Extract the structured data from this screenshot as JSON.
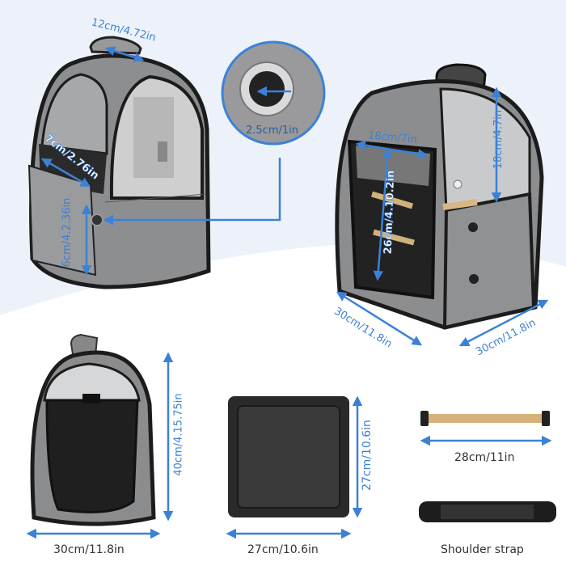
{
  "colors": {
    "accent": "#3b82d6",
    "bag_gray": "#8e8f92",
    "trim": "#1e1e1e",
    "background_tint": "#edf2fa"
  },
  "top_left_bag": {
    "handle_width": "12cm/4.72in",
    "pocket_width": "7cm/2.76in",
    "pocket_height": "6cm/4.2.36in"
  },
  "vent_detail": {
    "diameter": "2.5cm/1in"
  },
  "top_right_bag": {
    "door_width": "18cm/7in",
    "door_height": "26cm/4.10.2in",
    "window_height": "18cm/4.7in",
    "depth": "30cm/11.8in",
    "width": "30cm/11.8in"
  },
  "side_bag": {
    "height": "40cm/4.15.75in",
    "width": "30cm/11.8in"
  },
  "tray": {
    "height": "27cm/10.6in",
    "width": "27cm/10.6in"
  },
  "perch": {
    "length": "28cm/11in"
  },
  "strap": {
    "label": "Shoulder strap"
  }
}
